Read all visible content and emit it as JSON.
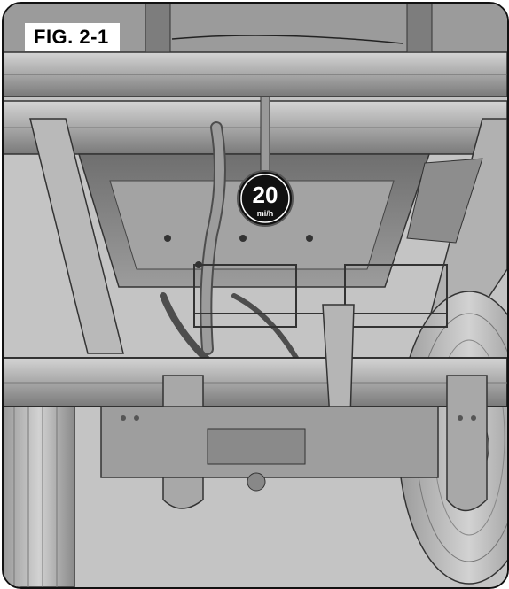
{
  "figure": {
    "label": "FIG. 2-1"
  },
  "speed_sign": {
    "number": "20",
    "unit": "mi/h"
  },
  "colors": {
    "frame": "#111111",
    "steel": "#8f8f8f",
    "steel_light": "#c9c9c9",
    "steel_dark": "#5a5a5a",
    "tire": "#bdbdbd",
    "sign_bg": "#111111",
    "sign_text": "#ffffff"
  }
}
